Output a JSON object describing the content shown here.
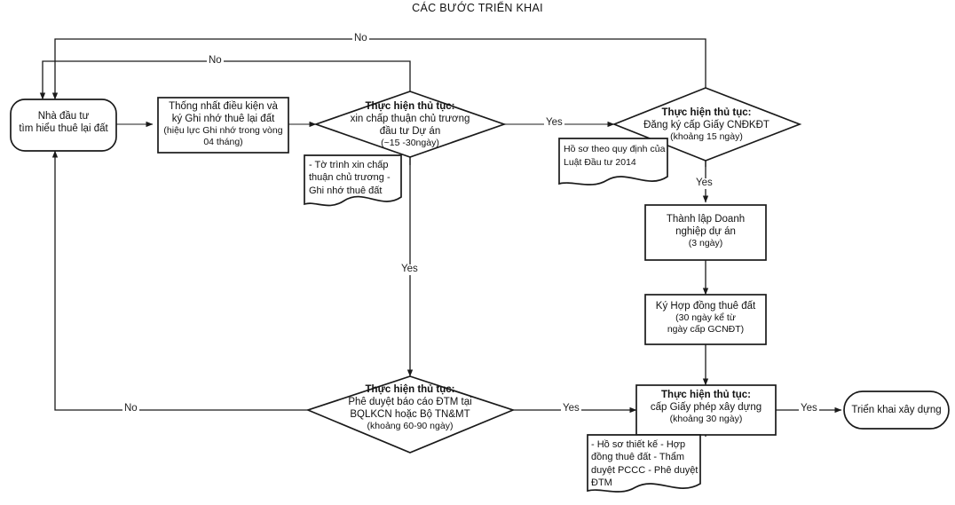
{
  "diagram": {
    "title": "CÁC BƯỚC TRIỂN KHAI",
    "type": "flowchart",
    "stroke_color": "#1a1a1a",
    "fill_color": "#ffffff",
    "text_color": "#111111"
  },
  "nodes": {
    "start": {
      "shape": "rounded",
      "lines": [
        "Nhà đầu tư",
        "tìm hiểu thuê lại đất"
      ]
    },
    "mou": {
      "shape": "rectangle",
      "lines": [
        "Thống nhất điều kiện và",
        "ký Ghi nhớ thuê lại đất",
        "(hiệu lực Ghi nhớ trong vòng",
        "04 tháng)"
      ]
    },
    "decision_investment_policy": {
      "shape": "diamond",
      "title": "Thực hiện thủ tục:",
      "lines": [
        "xin chấp thuận chủ trương",
        "đầu tư Dự án",
        "(~15 -30ngày)"
      ]
    },
    "decision_cndkdt": {
      "shape": "diamond",
      "title": "Thực hiện thủ tục:",
      "lines": [
        "Đăng ký cấp Giấy CNĐKĐT",
        "(khoảng 15 ngày)"
      ]
    },
    "establish_company": {
      "shape": "rectangle",
      "lines": [
        "Thành lập Doanh",
        "nghiệp dự án",
        "(3 ngày)"
      ]
    },
    "land_lease_contract": {
      "shape": "rectangle",
      "lines": [
        "Ký Hợp đồng thuê đất",
        "(30 ngày kể từ",
        "ngày cấp GCNĐT)"
      ]
    },
    "decision_dtm": {
      "shape": "diamond",
      "title": "Thực hiện thủ tục:",
      "lines": [
        "Phê duyệt báo cáo ĐTM tại",
        "BQLKCN hoặc Bộ TN&MT",
        "(khoảng 60-90 ngày)"
      ]
    },
    "construction_permit": {
      "shape": "rectangle",
      "title": "Thực hiện thủ tục:",
      "lines": [
        "cấp Giấy phép xây dựng",
        "(khoảng 30 ngày)"
      ]
    },
    "end": {
      "shape": "rounded",
      "lines": [
        "Triển khai xây dựng"
      ]
    }
  },
  "notes": {
    "note_policy_docs": {
      "shape": "document",
      "lines": [
        "- Tờ trình xin chấp",
        "thuận chủ trương",
        "- Ghi nhớ thuê đất"
      ]
    },
    "note_investment_law": {
      "shape": "document",
      "lines": [
        "Hồ sơ theo quy định",
        "của Luật Đầu tư 2014"
      ]
    },
    "note_permit_docs": {
      "shape": "document",
      "lines": [
        "- Hồ sơ thiết kế",
        "- Hợp đồng thuê đất",
        "- Thẩm duyệt PCCC",
        "- Phê duyệt ĐTM"
      ]
    }
  },
  "edge_labels": {
    "no_top_cndkdt": "No",
    "no_top_policy": "No",
    "yes_policy_to_cndkdt": "Yes",
    "yes_cndkdt_to_company": "Yes",
    "yes_policy_to_dtm": "Yes",
    "no_dtm_to_start": "No",
    "yes_dtm_to_permit": "Yes",
    "yes_permit_to_end": "Yes"
  }
}
